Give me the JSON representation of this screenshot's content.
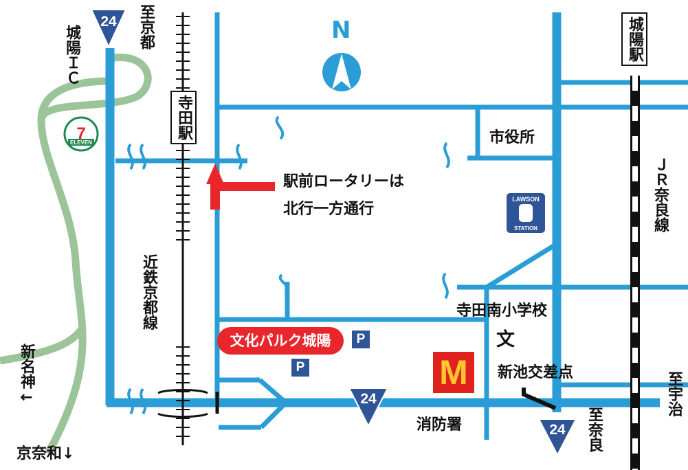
{
  "colors": {
    "road": "#2a9dd6",
    "expressway": "#9cc49a",
    "route_shield": "#2f5597",
    "arrow": "#e8262c",
    "railway": "#111111"
  },
  "compass": {
    "label": "N"
  },
  "route_number": "24",
  "stations": {
    "teramachi": "寺田駅",
    "jojo": "城陽駅"
  },
  "railways": {
    "kintetsu": "近鉄京都線",
    "jr": "ＪＲ奈良線"
  },
  "directions": {
    "kyoto": "至京都",
    "nara": "至奈良",
    "uji": "至宇治",
    "jojo_ic": "城陽ＩＣ",
    "shinmeishin": "新名神←",
    "keinawa": "京奈和↓"
  },
  "places": {
    "city_hall": "市役所",
    "school": "寺田南小学校",
    "school_symbol": "文",
    "intersection": "新池交差点",
    "fire_station": "消防署",
    "venue": "文化パルク城陽"
  },
  "notice": {
    "line1": "駅前ロータリーは",
    "line2": "北行一方通行"
  },
  "parking": "P",
  "stores": {
    "seven_eleven_top": "7",
    "seven_eleven_text": "ELEVEN",
    "lawson_top": "LAWSON",
    "lawson_bottom": "STATION",
    "mcdonalds": "M"
  }
}
